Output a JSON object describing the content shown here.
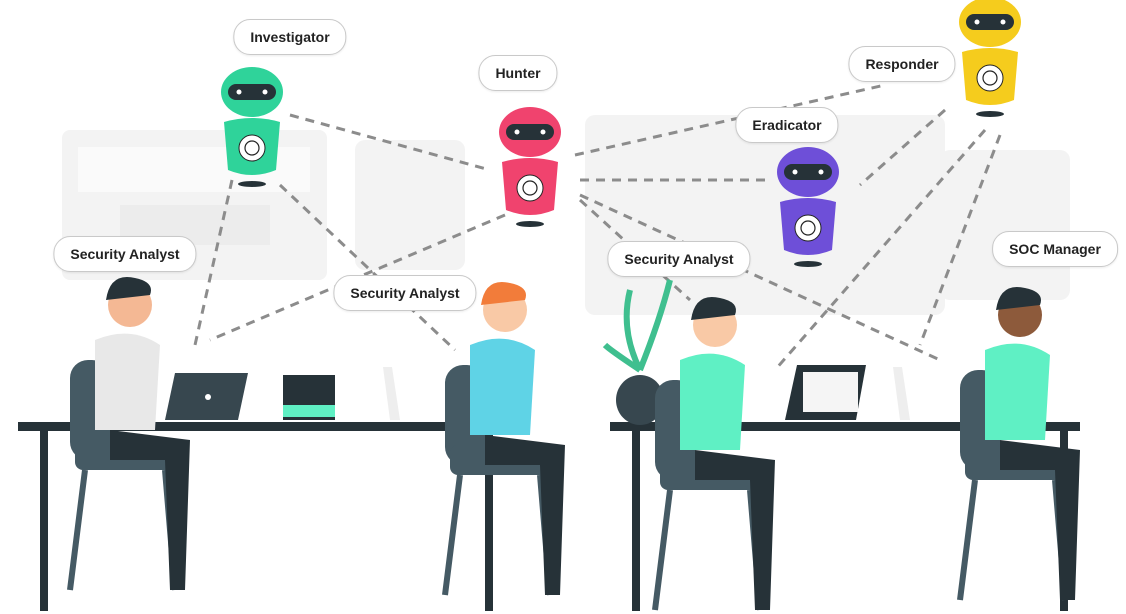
{
  "agents": [
    {
      "label": "Investigator",
      "color": "#2fd39a"
    },
    {
      "label": "Hunter",
      "color": "#f0436e"
    },
    {
      "label": "Eradicator",
      "color": "#6e4fd8"
    },
    {
      "label": "Responder",
      "color": "#f5cc1d"
    }
  ],
  "people": [
    {
      "label": "Security Analyst"
    },
    {
      "label": "Security Analyst"
    },
    {
      "label": "Security Analyst"
    },
    {
      "label": "SOC Manager"
    }
  ],
  "colors": {
    "line": "#8c8c8c",
    "furniture": "#263238",
    "chair": "#455a64",
    "shirt": "#5fd3e6",
    "mint": "#5ff0c4"
  }
}
